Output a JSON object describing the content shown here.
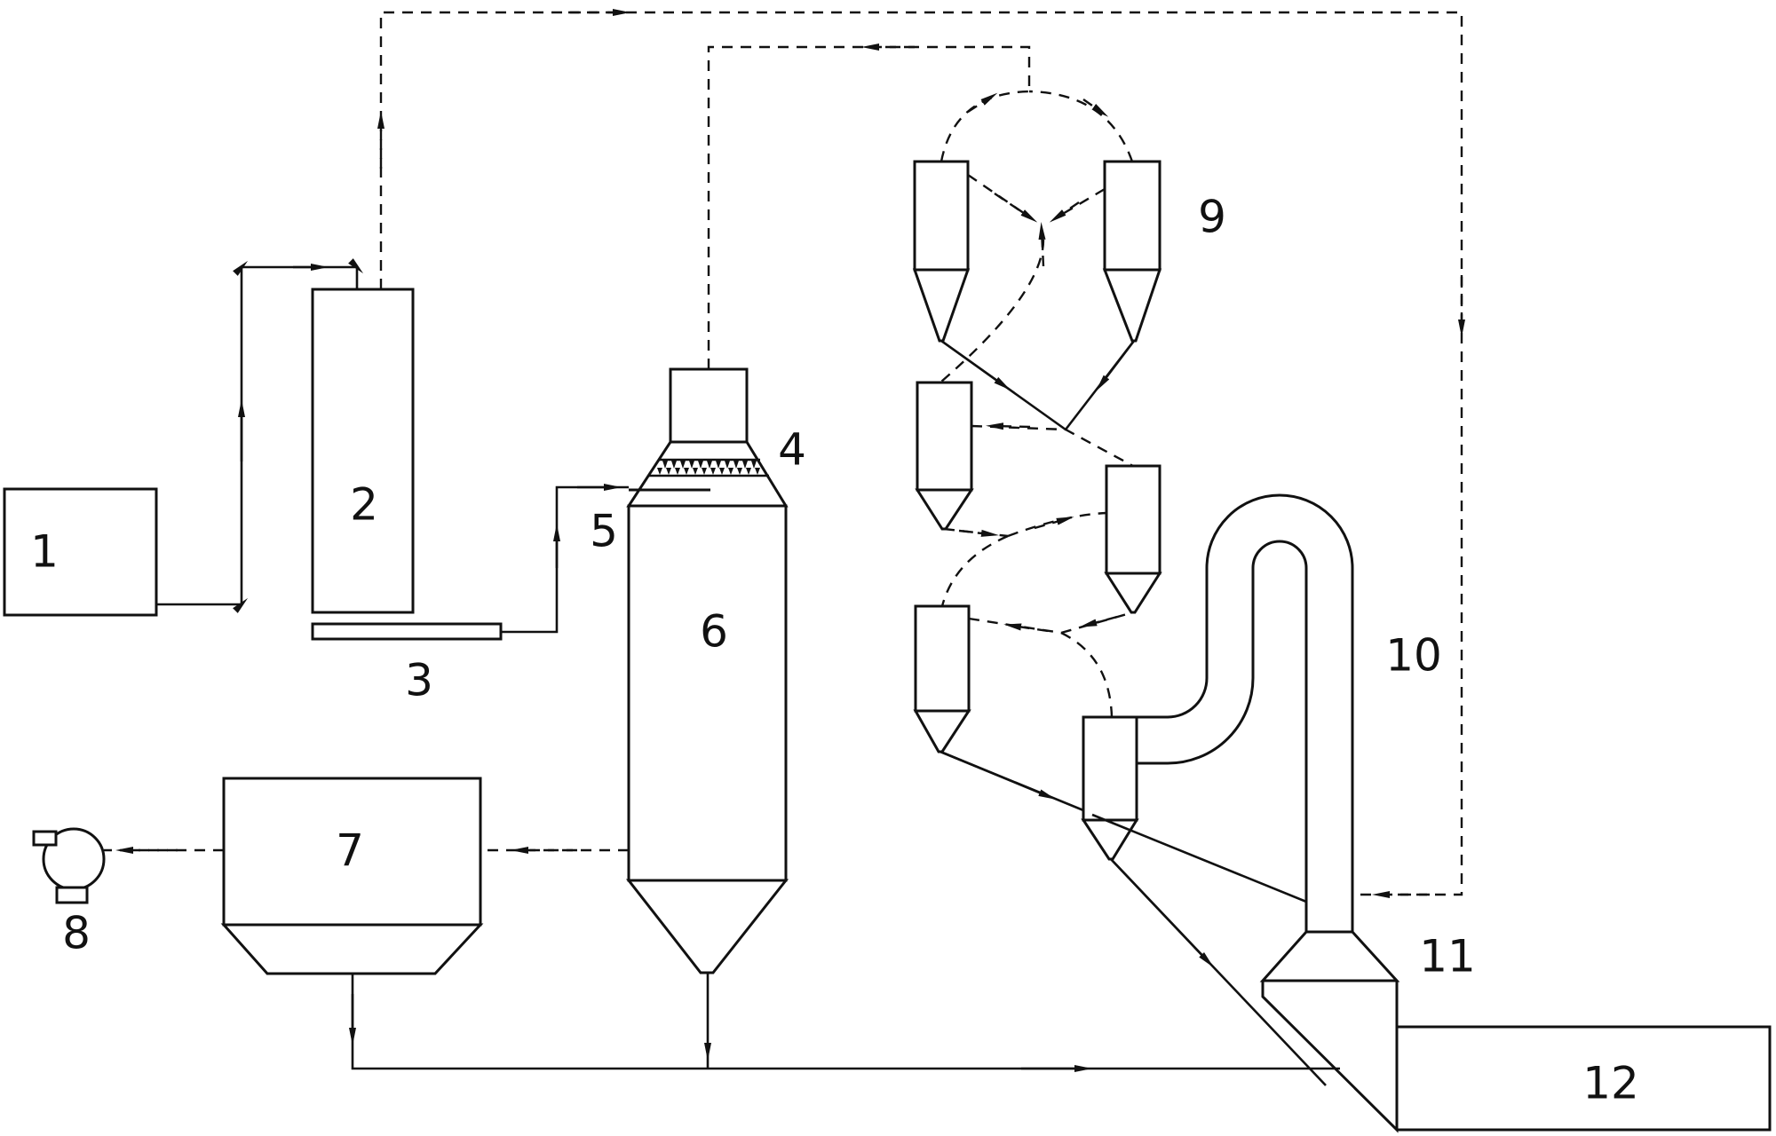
{
  "labels": {
    "n1": "1",
    "n2": "2",
    "n3": "3",
    "n4": "4",
    "n5": "5",
    "n6": "6",
    "n7": "7",
    "n8": "8",
    "n9": "9",
    "n10": "10",
    "n11": "11",
    "n12": "12"
  }
}
